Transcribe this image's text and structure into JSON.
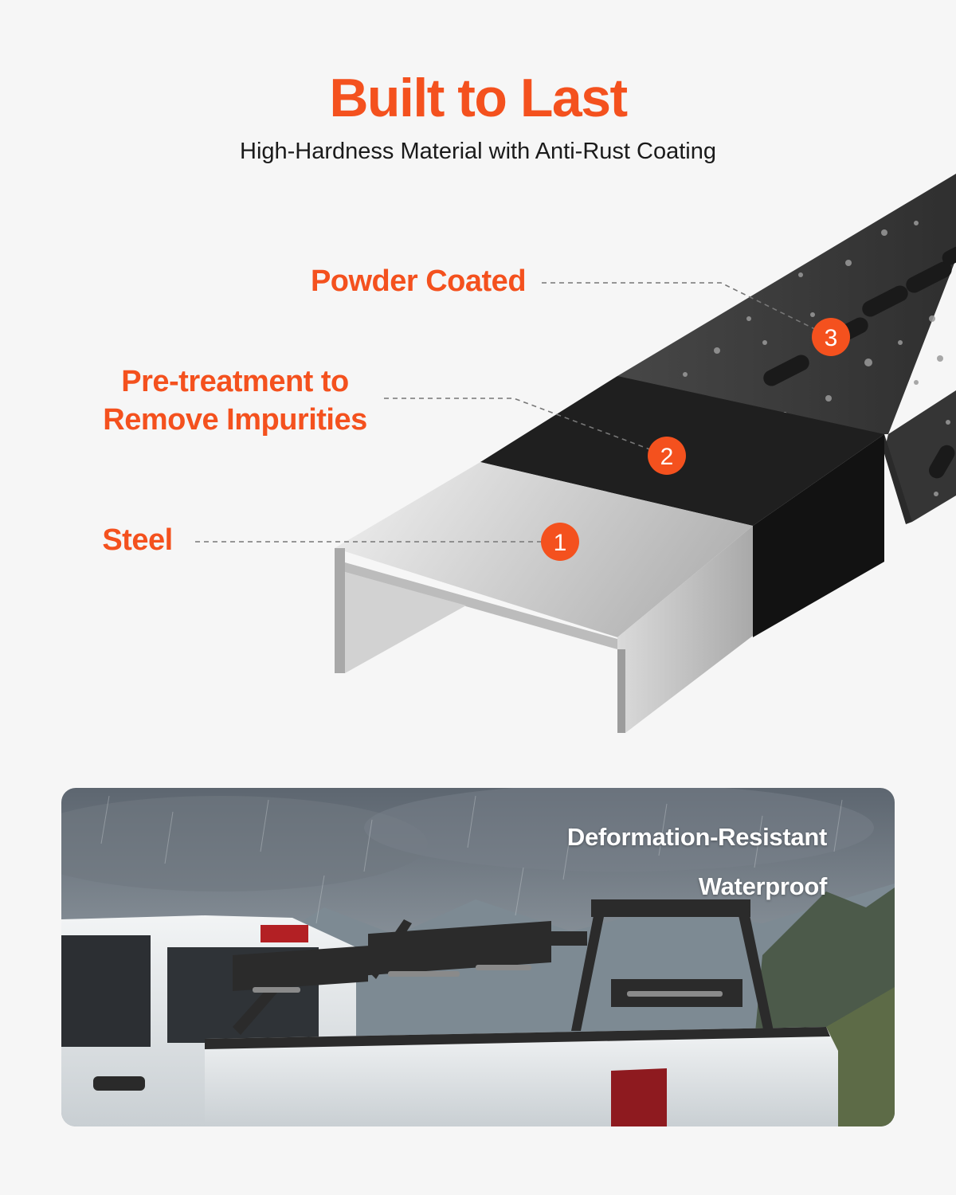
{
  "header": {
    "title": "Built to Last",
    "subtitle": "High-Hardness Material with Anti-Rust Coating"
  },
  "layers": [
    {
      "number": "1",
      "label": "Steel"
    },
    {
      "number": "2",
      "label_line1": "Pre-treatment to",
      "label_line2": "Remove Impurities"
    },
    {
      "number": "3",
      "label": "Powder Coated"
    }
  ],
  "photo": {
    "features": [
      "Deformation-Resistant",
      "Waterproof"
    ]
  },
  "colors": {
    "accent": "#f4511e",
    "background": "#f6f6f6",
    "steel": "#c9c9c9",
    "pretreat": "#1b1b1b",
    "coating": "#3c3c3c"
  }
}
